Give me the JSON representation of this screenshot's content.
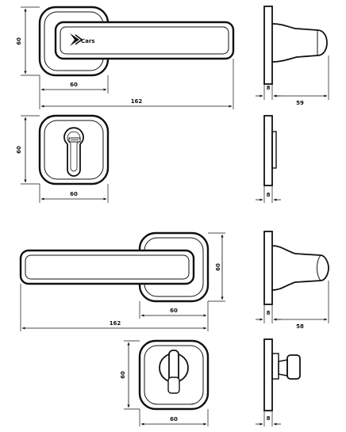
{
  "drawing": {
    "logo_text": "Cars",
    "top_handle": {
      "height": "60",
      "rose_width": "60",
      "length": "162"
    },
    "top_handle_side": {
      "thickness": "8",
      "projection": "59"
    },
    "top_cylinder_rose": {
      "height": "60",
      "width": "60"
    },
    "top_cylinder_side": {
      "thickness": "8"
    },
    "bottom_handle": {
      "height": "60",
      "rose_width": "60",
      "length": "162"
    },
    "bottom_handle_side": {
      "thickness": "8",
      "projection": "58"
    },
    "bottom_thumbturn": {
      "height": "60",
      "width": "60"
    },
    "bottom_thumbturn_side": {
      "thickness": "8"
    }
  }
}
